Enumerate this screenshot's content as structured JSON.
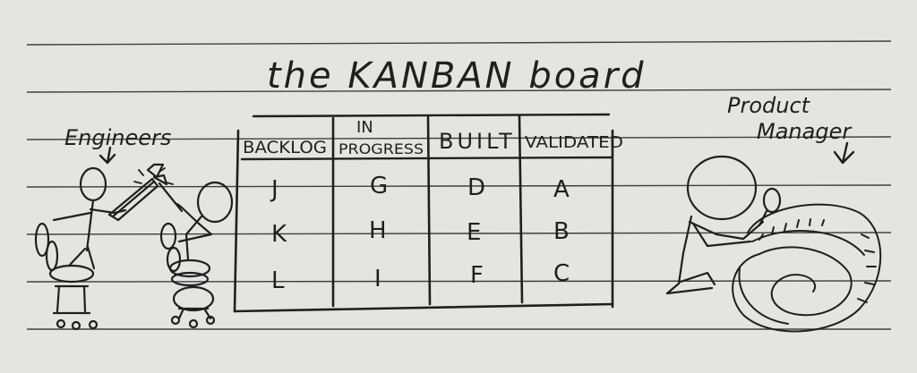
{
  "title": "the KANBAN board",
  "labels": {
    "engineers": "Engineers",
    "product_manager_line1": "Product",
    "product_manager_line2": "Manager"
  },
  "board": {
    "columns": [
      {
        "header": "BACKLOG",
        "header_line1": "BACKLOG",
        "header_line2": "",
        "cards": [
          "J",
          "K",
          "L"
        ]
      },
      {
        "header": "IN PROGRESS",
        "header_line1": "IN",
        "header_line2": "PROGRESS",
        "cards": [
          "G",
          "H",
          "I"
        ]
      },
      {
        "header": "BUILT",
        "header_line1": "BUILT",
        "header_line2": "",
        "cards": [
          "D",
          "E",
          "F"
        ]
      },
      {
        "header": "VALIDATED",
        "header_line1": "VALIDATED",
        "header_line2": "",
        "cards": [
          "A",
          "B",
          "C"
        ]
      }
    ]
  },
  "colors": {
    "paper": "#e6e4df",
    "ink": "#1f1f21",
    "rule_lines": "#3e3f46"
  }
}
